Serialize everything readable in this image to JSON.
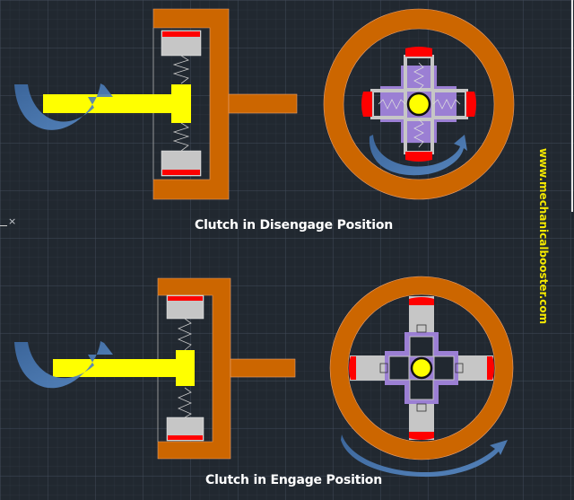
{
  "captions": {
    "disengaged": "Clutch in Disengage Position",
    "engaged": "Clutch in Engage Position"
  },
  "watermark": "www.mechanicalbooster.com",
  "ucs_marker": "×",
  "colors": {
    "background": "#212830",
    "drum": "#cc6600",
    "shaft": "#ffff00",
    "hub": "#9b7fd4",
    "shoe": "#c6c6c6",
    "lining": "#ff0000",
    "arrow": "#4a7ab5",
    "caption": "#ffffff",
    "watermark": "#f2e600"
  },
  "states": [
    "disengaged",
    "engaged"
  ]
}
